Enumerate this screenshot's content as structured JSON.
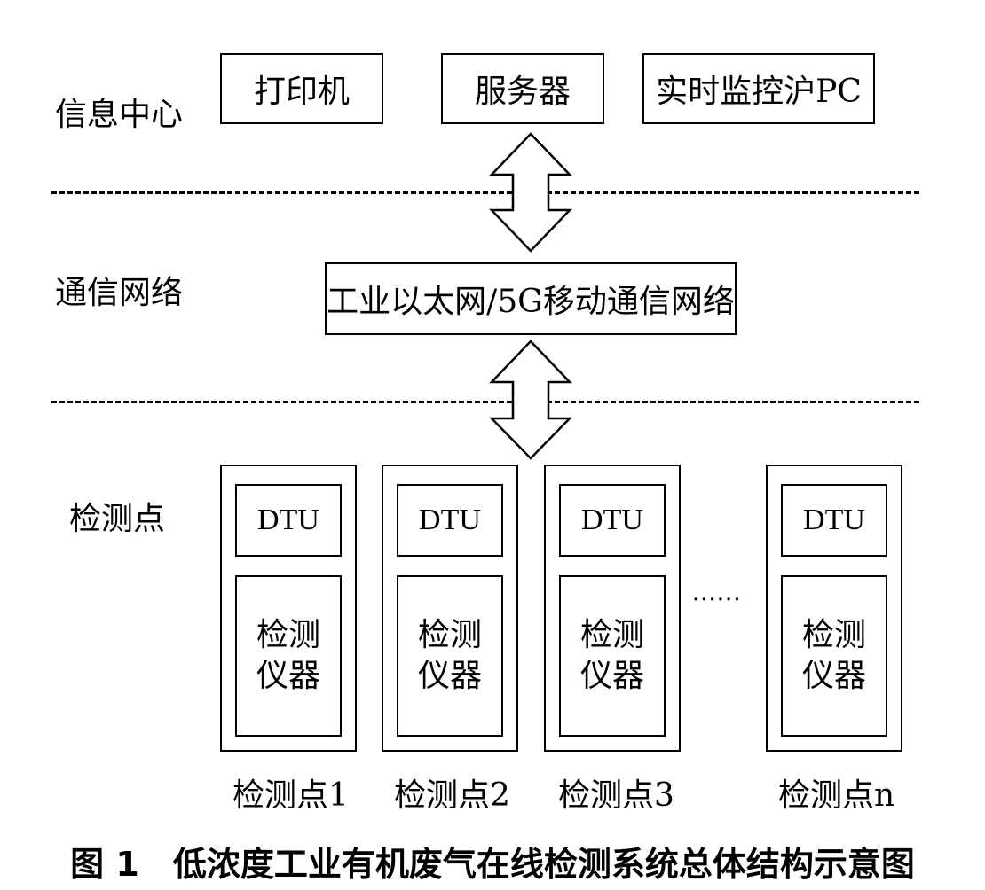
{
  "layers": {
    "info_center": "信息中心",
    "network": "通信网络",
    "detection": "检测点"
  },
  "info_center_boxes": [
    "打印机",
    "服务器",
    "实时监控沪PC"
  ],
  "network_box": "工业以太网/5G移动通信网络",
  "stations": [
    {
      "dtu": "DTU",
      "instrument_line1": "检测",
      "instrument_line2": "仪器",
      "label": "检测点1"
    },
    {
      "dtu": "DTU",
      "instrument_line1": "检测",
      "instrument_line2": "仪器",
      "label": "检测点2"
    },
    {
      "dtu": "DTU",
      "instrument_line1": "检测",
      "instrument_line2": "仪器",
      "label": "检测点3"
    },
    {
      "dtu": "DTU",
      "instrument_line1": "检测",
      "instrument_line2": "仪器",
      "label": "检测点n"
    }
  ],
  "ellipsis": "······",
  "caption": "图 1　低浓度工业有机废气在线检测系统总体结构示意图"
}
